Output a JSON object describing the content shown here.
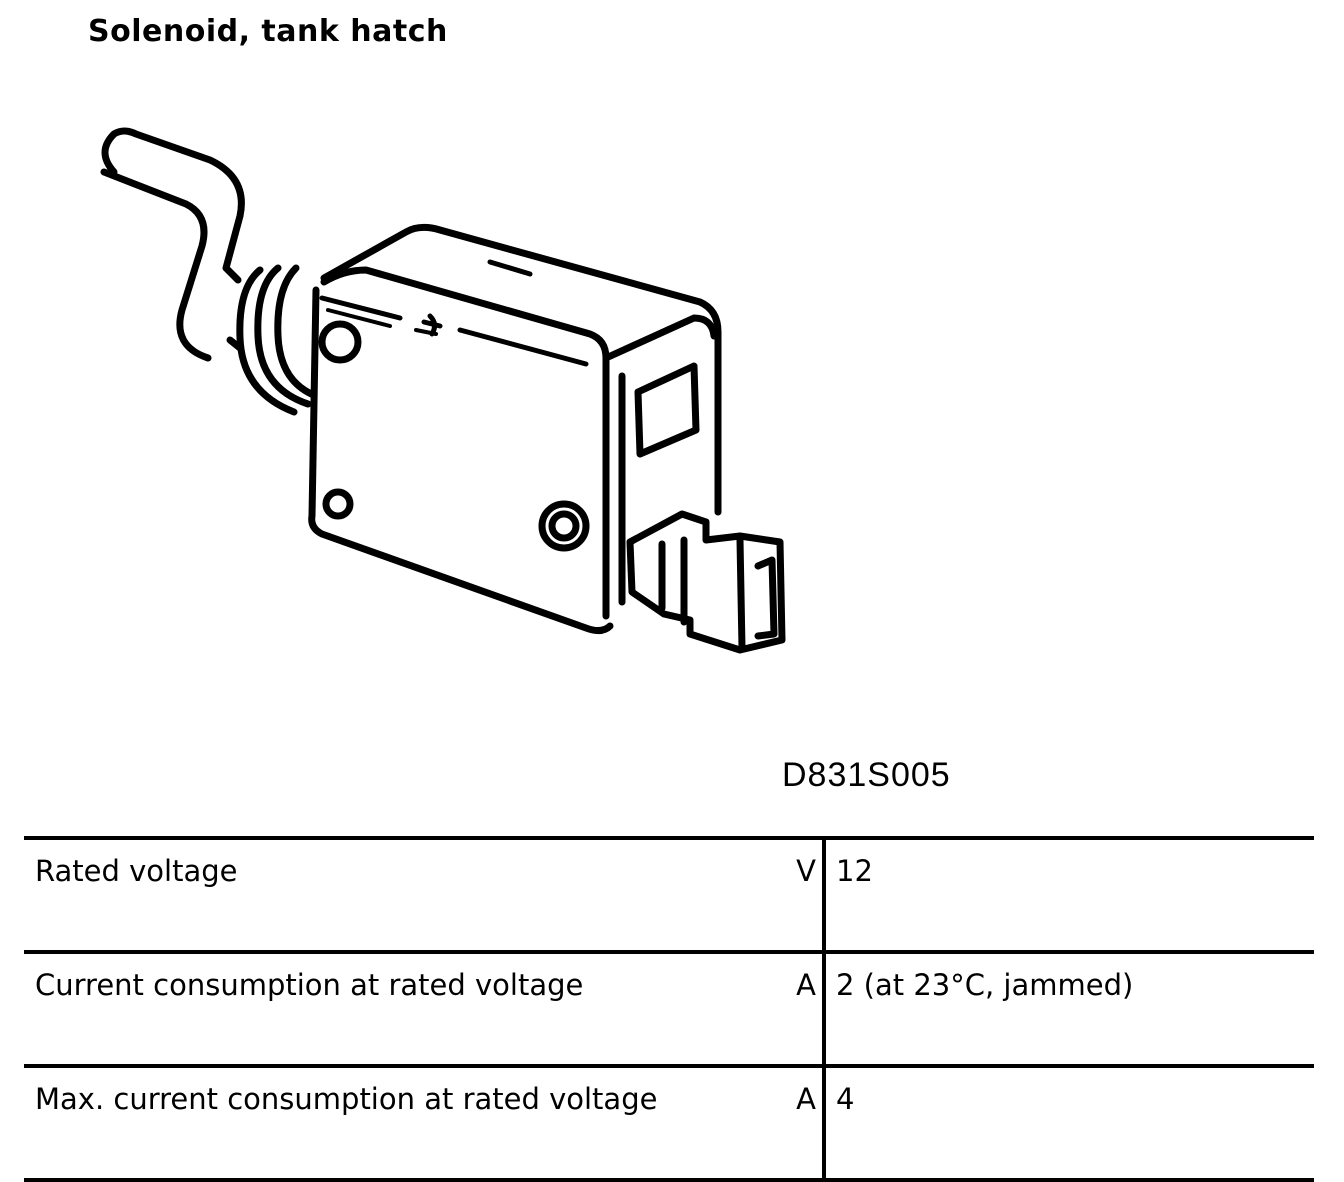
{
  "document": {
    "title": "Solenoid, tank hatch",
    "figure_code": "D831S005"
  },
  "specs": {
    "rows": [
      {
        "parameter": "Rated voltage",
        "unit": "V",
        "value": "12"
      },
      {
        "parameter": "Current consumption at rated voltage",
        "unit": "A",
        "value": "2 (at 23°C, jammed)"
      },
      {
        "parameter": "Max. current consumption at rated voltage",
        "unit": "A",
        "value": "4"
      }
    ]
  },
  "figure": {
    "icon": "solenoid-illustration",
    "stroke_color": "#000000",
    "fill_color": "#ffffff"
  }
}
